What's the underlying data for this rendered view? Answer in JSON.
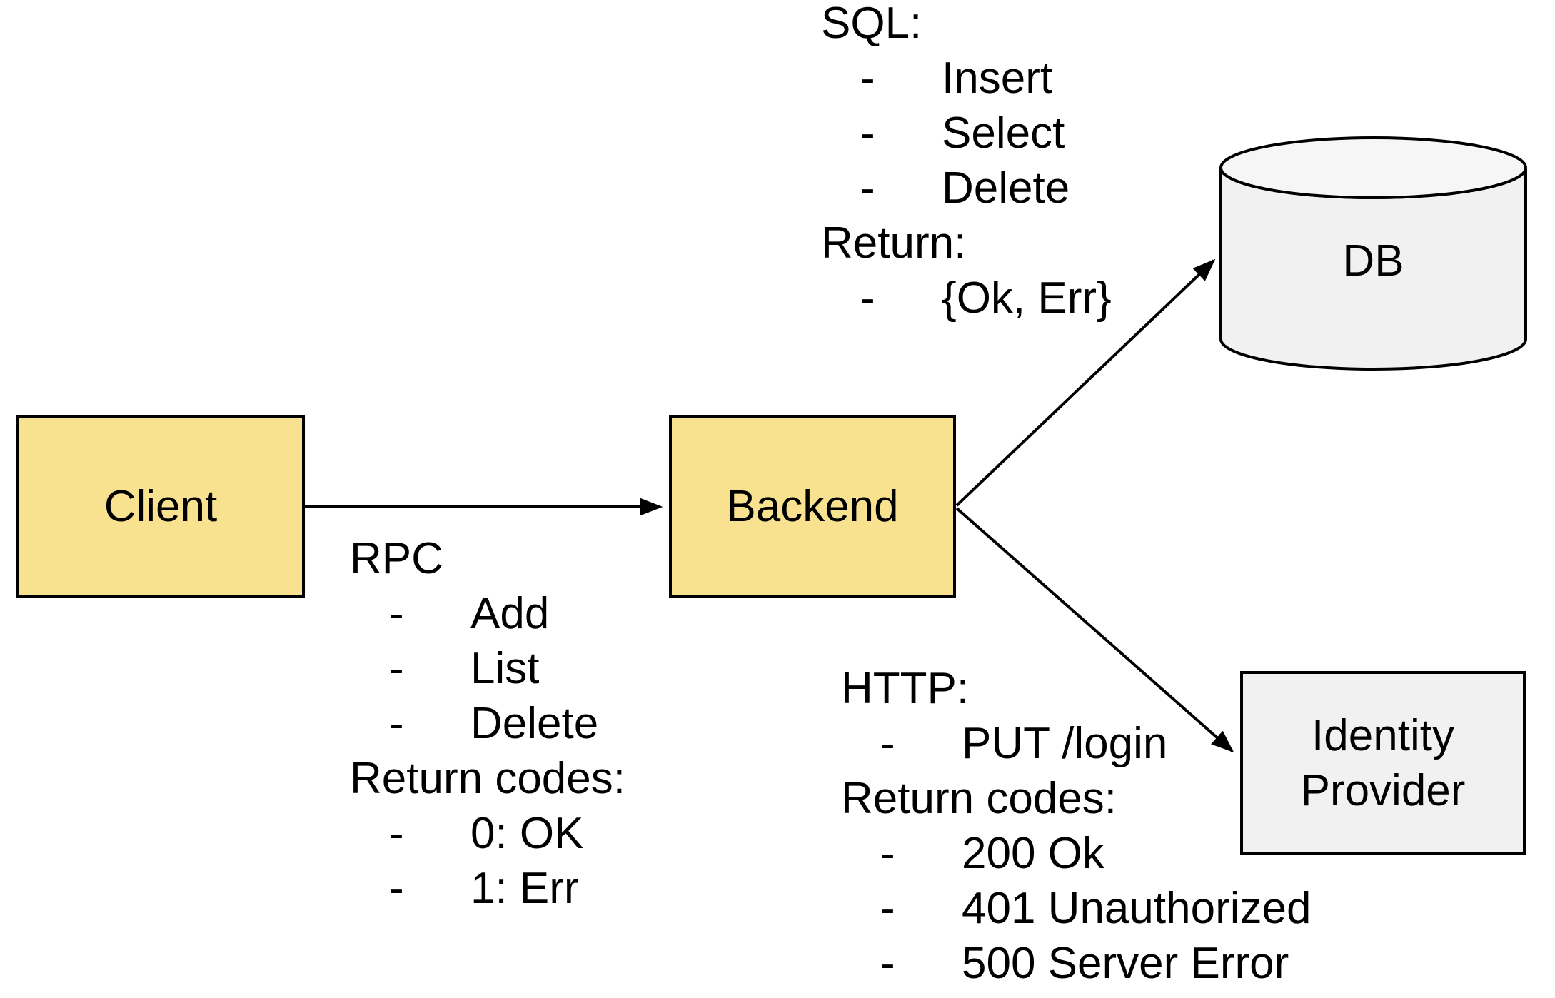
{
  "colors": {
    "background": "#ffffff",
    "text": "#000000",
    "stroke": "#000000",
    "yellow_fill": "#f8e290",
    "gray_fill": "#f1f1f1",
    "gray_top_fill": "#f6f6f6"
  },
  "bullet_char": "-",
  "nodes": {
    "client": {
      "label": "Client"
    },
    "backend": {
      "label": "Backend"
    },
    "db": {
      "label": "DB"
    },
    "identity_provider": {
      "label": "Identity Provider"
    }
  },
  "annotations": {
    "sql": {
      "title": "SQL:",
      "items": [
        "Insert",
        "Select",
        "Delete"
      ],
      "subtitle": "Return:",
      "sub_items": [
        "{Ok, Err}"
      ]
    },
    "rpc": {
      "title": "RPC",
      "items": [
        "Add",
        "List",
        "Delete"
      ],
      "subtitle": "Return codes:",
      "sub_items": [
        "0: OK",
        "1: Err"
      ]
    },
    "http": {
      "title": "HTTP:",
      "items": [
        "PUT /login"
      ],
      "subtitle": "Return codes:",
      "sub_items": [
        "200 Ok",
        "401 Unauthorized",
        "500 Server Error"
      ]
    }
  }
}
